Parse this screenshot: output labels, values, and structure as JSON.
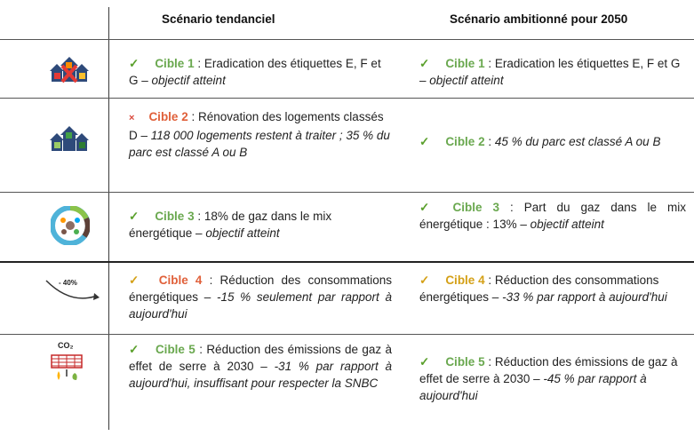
{
  "headers": {
    "col1": "Scénario tendanciel",
    "col2": "Scénario ambitionné pour 2050"
  },
  "icons": {
    "row1": "houses-crossed-label-icon",
    "row2": "houses-energy-label-icon",
    "row3": "energy-mix-circle-icon",
    "row4": "reduction-arrow-icon",
    "row5": "co2-emissions-icon"
  },
  "row4_icon_label": "- 40%",
  "row5_icon_label": "CO₂",
  "rows": [
    {
      "c1": {
        "mark": "✓",
        "target": "Cible 1",
        "text": " : Eradication des étiquettes E, F et G – ",
        "italic": "objectif atteint"
      },
      "c2": {
        "mark": "✓",
        "target": "Cible 1",
        "text": " : Eradication les étiquettes E, F et G – ",
        "italic": "objectif atteint"
      }
    },
    {
      "c1": {
        "mark": "×",
        "target": "Cible 2",
        "text": " : Rénovation des logements classés D – ",
        "italic": "118 000 logements restent à traiter ; 35 % du parc est classé A ou B"
      },
      "c2": {
        "mark": "✓",
        "target": "Cible 2",
        "text": " : ",
        "italic": "45 % du parc est classé A ou B"
      }
    },
    {
      "c1": {
        "mark": "✓",
        "target": "Cible 3",
        "text": " : 18% de gaz dans le mix énergétique – ",
        "italic": "objectif atteint"
      },
      "c2": {
        "mark": "✓",
        "target": "Cible 3",
        "text": " : Part du gaz dans le mix énergétique : 13% – ",
        "italic": "objectif atteint"
      }
    },
    {
      "c1": {
        "mark": "✓",
        "target": "Cible 4",
        "text": " : Réduction des consommations énergétiques – ",
        "italic": "-15 % seulement par rapport à aujourd'hui"
      },
      "c2": {
        "mark": "✓",
        "target": "Cible 4",
        "text": " : Réduction des consommations énergétiques – ",
        "italic": "-33 % par rapport à aujourd'hui"
      }
    },
    {
      "c1": {
        "mark": "✓",
        "target": "Cible 5",
        "text": " : Réduction des émissions de gaz à effet de serre à 2030 – ",
        "italic": "-31 % par rapport à aujourd'hui, insuffisant pour respecter la SNBC"
      },
      "c2": {
        "mark": "✓",
        "target": "Cible 5",
        "text": " : Réduction des émissions de gaz à effet de serre à 2030 – ",
        "italic": "-45 % par rapport à aujourd'hui"
      }
    }
  ],
  "colors": {
    "check_green": "#5aa02c",
    "target_green": "#6aa84f",
    "target_red": "#e0603a",
    "target_orange": "#d4a017",
    "cross_red": "#d9483b"
  }
}
